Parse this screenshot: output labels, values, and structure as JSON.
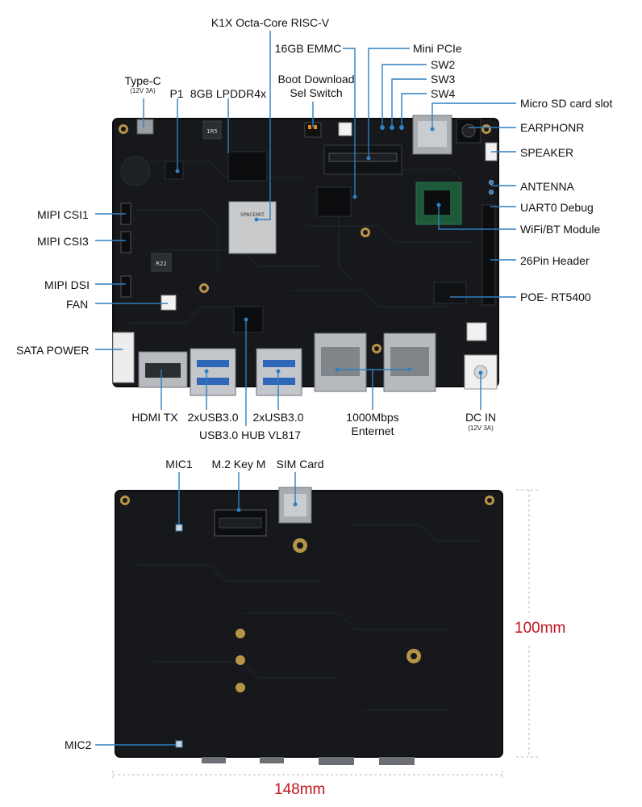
{
  "top_view": {
    "labels": {
      "soc": "K1X Octa-Core RISC-V",
      "emmc": "16GB EMMC",
      "mini_pcie": "Mini PCIe",
      "sw2": "SW2",
      "sw3": "SW3",
      "sw4": "SW4",
      "boot_switch_line1": "Boot Download",
      "boot_switch_line2": "Sel Switch",
      "type_c": "Type-C",
      "type_c_spec": "(12V 3A)",
      "p1": "P1",
      "lpddr": "8GB LPDDR4x",
      "micro_sd": "Micro SD card slot",
      "earphone": "EARPHONR",
      "speaker": "SPEAKER",
      "antenna": "ANTENNA",
      "uart": "UART0 Debug",
      "wifi": "WiFi/BT Module",
      "header26": "26Pin Header",
      "poe": "POE- RT5400",
      "mipi_csi1": "MIPI CSI1",
      "mipi_csi3": "MIPI CSI3",
      "mipi_dsi": "MIPI DSI",
      "fan": "FAN",
      "sata_power": "SATA POWER",
      "hdmi": "HDMI TX",
      "usb_a": "2xUSB3.0",
      "usb_b": "2xUSB3.0",
      "usb_hub": "USB3.0 HUB VL817",
      "ethernet_line1": "1000Mbps",
      "ethernet_line2": "Enternet",
      "dc_in": "DC IN",
      "dc_in_spec": "(12V 3A)"
    },
    "silkscreen": {
      "r5": "1R5",
      "r22": "R22",
      "soc_brand": "SPACEMIT"
    }
  },
  "bottom_view": {
    "labels": {
      "mic1": "MIC1",
      "m2": "M.2 Key M",
      "sim": "SIM Card",
      "mic2": "MIC2"
    },
    "dimensions": {
      "height": "100mm",
      "width": "148mm"
    }
  },
  "colors": {
    "pcb": "#16181b",
    "pcb_edge": "#0c0d0f",
    "leader": "#2f7fc1",
    "dimension": "#c0141b"
  }
}
